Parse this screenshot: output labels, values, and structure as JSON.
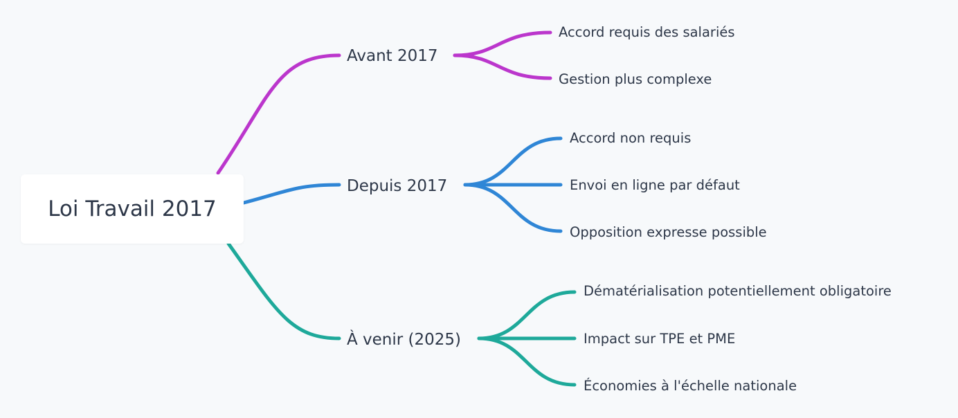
{
  "root": {
    "label": "Loi Travail 2017"
  },
  "branches": [
    {
      "label": "Avant 2017",
      "color": "#bb36cc",
      "children": [
        "Accord requis des salariés",
        "Gestion plus complexe"
      ]
    },
    {
      "label": "Depuis 2017",
      "color": "#2f86d6",
      "children": [
        "Accord non requis",
        "Envoi en ligne par défaut",
        "Opposition expresse possible"
      ]
    },
    {
      "label": "À venir (2025)",
      "color": "#1ea99a",
      "children": [
        "Dématérialisation potentiellement obligatoire",
        "Impact sur TPE et PME",
        "Économies à l'échelle nationale"
      ]
    }
  ]
}
